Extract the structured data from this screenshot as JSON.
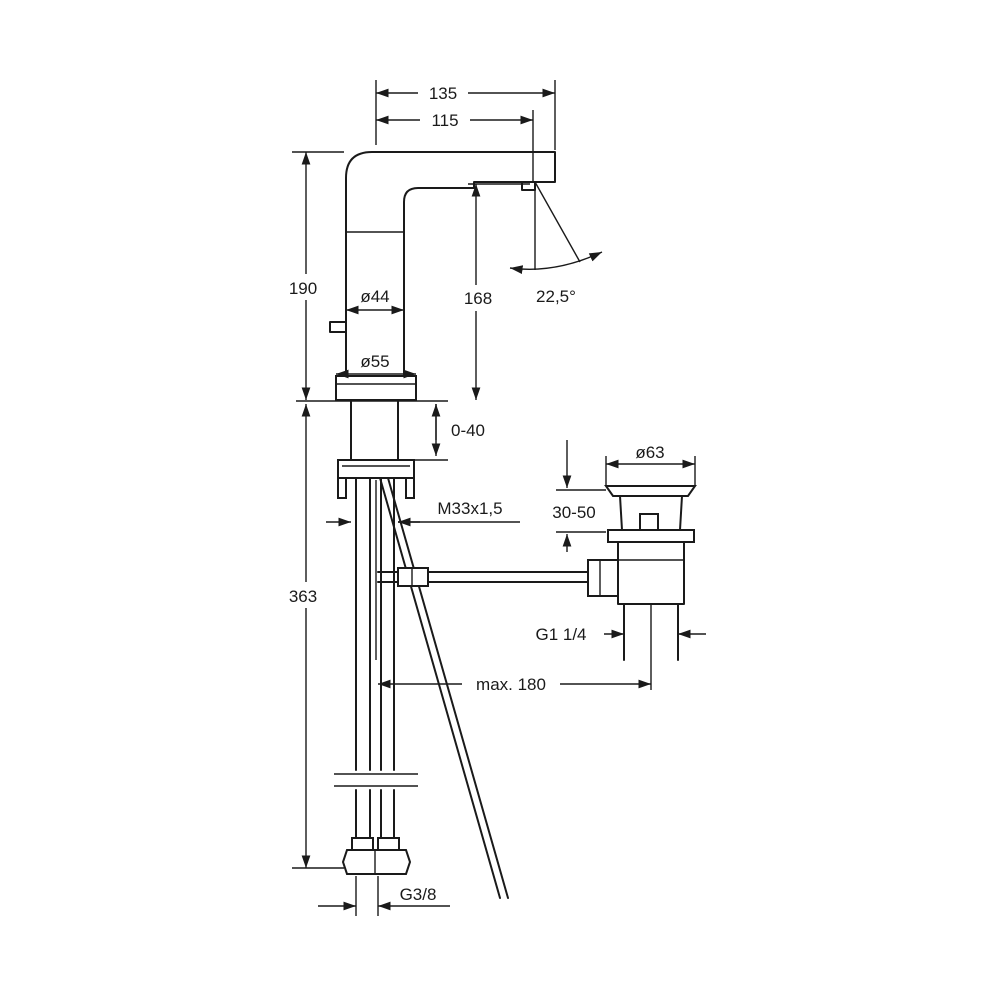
{
  "dimensions": {
    "overall_reach": "135",
    "spout_reach": "115",
    "total_height": "190",
    "outlet_height": "168",
    "spout_angle": "22,5°",
    "body_diameter": "ø44",
    "base_diameter": "ø55",
    "deck_thickness": "0-40",
    "mounting_thread": "M33x1,5",
    "below_deck_length": "363",
    "connection_thread": "G3/8",
    "waste_diameter": "ø63",
    "waste_height": "30-50",
    "waste_thread": "G1 1/4",
    "rod_reach": "max. 180"
  }
}
